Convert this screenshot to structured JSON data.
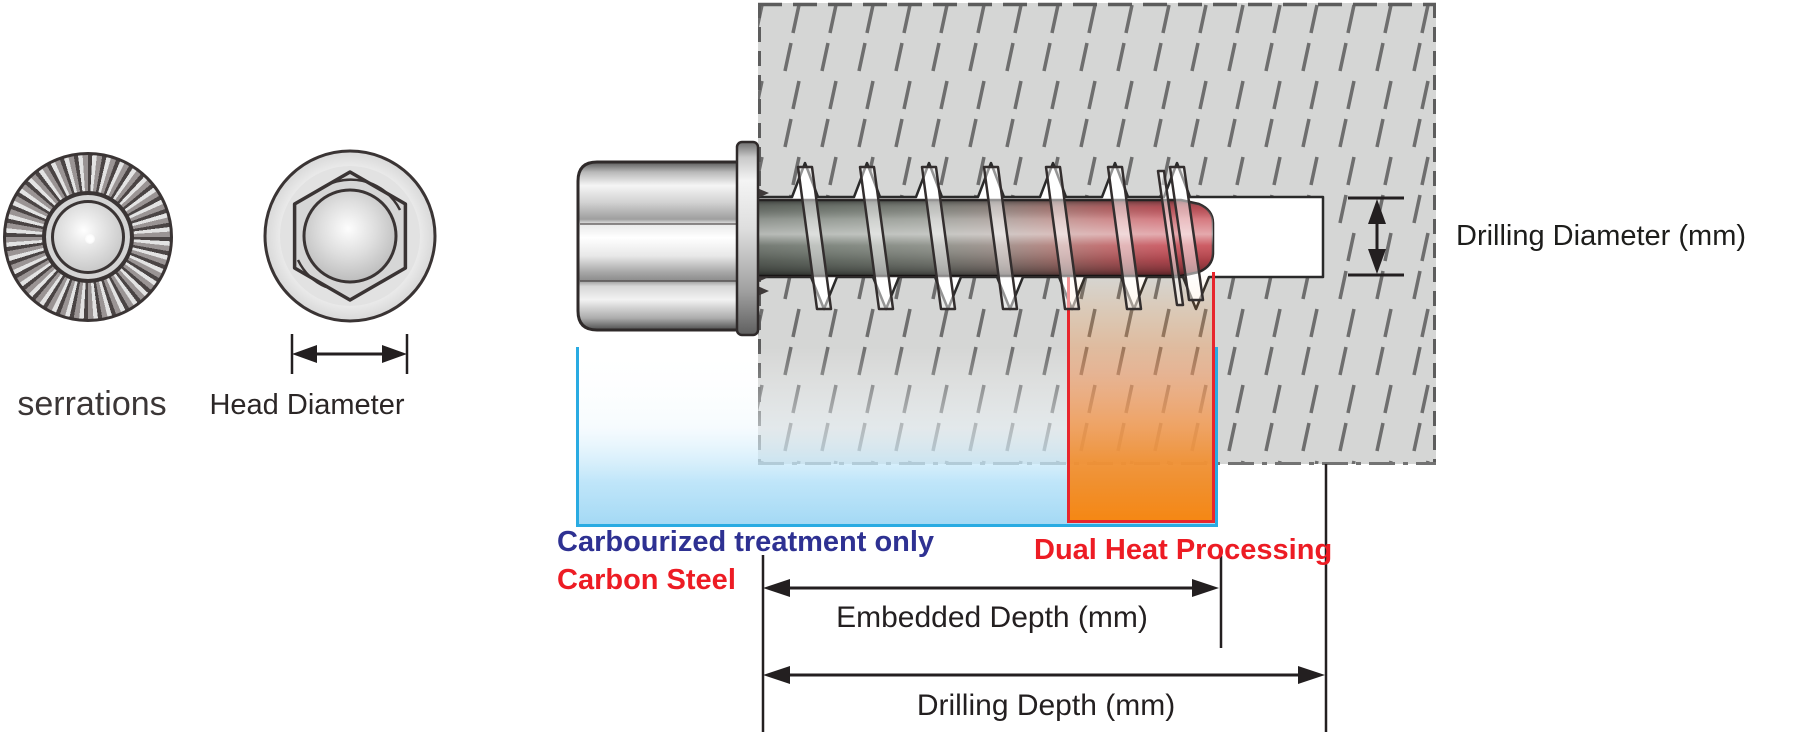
{
  "left_figures": {
    "serrations_label": "serrations",
    "head_diameter_label": "Head Diameter"
  },
  "annotations": {
    "drilling_diameter_label": "Drilling Diameter (mm)",
    "embedded_depth_label": "Embedded Depth (mm)",
    "drilling_depth_label": "Drilling Depth (mm)",
    "carbourized_label": "Carbourized treatment only",
    "carbon_steel_label": "Carbon Steel",
    "dual_heat_label": "Dual Heat Processing"
  },
  "colors": {
    "carbourized_text": "#2e3192",
    "heat_text": "#ed1c24",
    "carbourized_zone_border": "#29abe2",
    "carbourized_zone_fill": "#a6d9f2",
    "dual_heat_zone_fill": "#f68712",
    "dual_heat_zone_border": "#e8262d",
    "base_material_fill": "#d5d6d5",
    "hatch_line": "#6e6e6e",
    "dimension_line": "#231f20",
    "screw_shank_start": "#5d645c",
    "screw_tip": "#c43f48"
  }
}
